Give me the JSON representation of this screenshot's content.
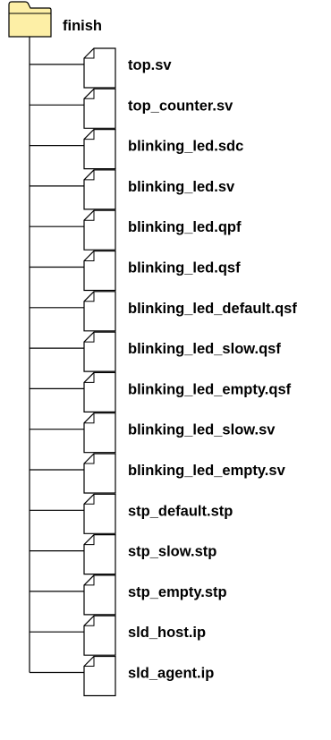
{
  "folder": {
    "name": "finish",
    "icon": "folder-icon",
    "fill_color": "#FDEFA6"
  },
  "files": [
    {
      "name": "top.sv"
    },
    {
      "name": "top_counter.sv"
    },
    {
      "name": "blinking_led.sdc"
    },
    {
      "name": "blinking_led.sv"
    },
    {
      "name": "blinking_led.qpf"
    },
    {
      "name": "blinking_led.qsf"
    },
    {
      "name": "blinking_led_default.qsf"
    },
    {
      "name": "blinking_led_slow.qsf"
    },
    {
      "name": "blinking_led_empty.qsf"
    },
    {
      "name": "blinking_led_slow.sv"
    },
    {
      "name": "blinking_led_empty.sv"
    },
    {
      "name": "stp_default.stp"
    },
    {
      "name": "stp_slow.stp"
    },
    {
      "name": "stp_empty.stp"
    },
    {
      "name": "sld_host.ip"
    },
    {
      "name": "sld_agent.ip"
    }
  ],
  "file_icon": "file-icon",
  "line_color": "#000000"
}
